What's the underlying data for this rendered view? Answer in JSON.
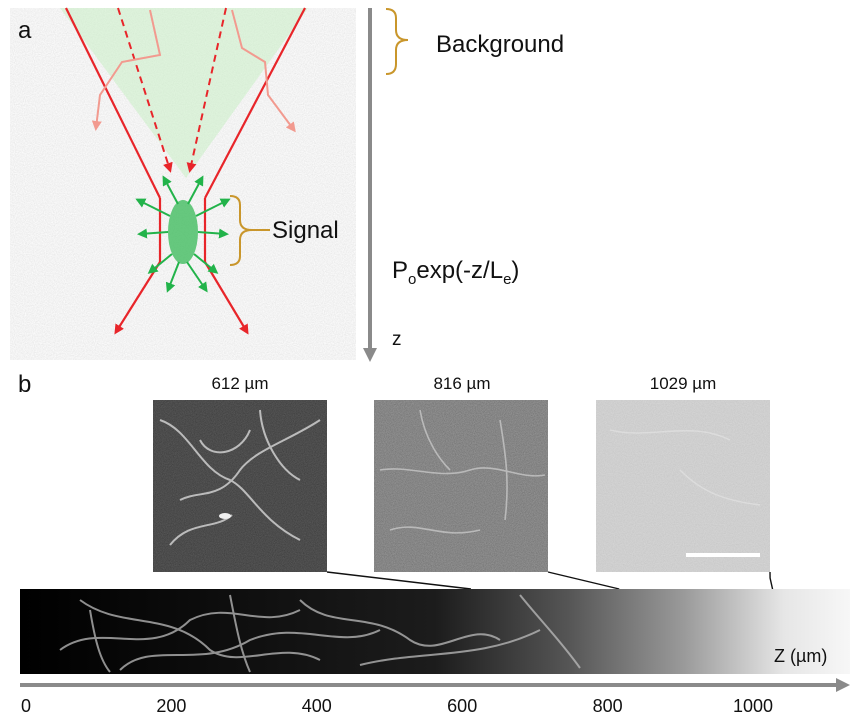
{
  "panel_a": {
    "letter": "a",
    "background_label": "Background",
    "signal_label": "Signal",
    "formula": {
      "p": "P",
      "o": "o",
      "mid": "exp(-z/L",
      "e": "e",
      "end": ")"
    },
    "z_label": "z"
  },
  "panel_b": {
    "letter": "b",
    "depths": [
      {
        "label": "612 µm",
        "z": 612
      },
      {
        "label": "816 µm",
        "z": 816
      },
      {
        "label": "1029 µm",
        "z": 1029
      }
    ],
    "axis": {
      "title": "Z (µm)",
      "ticks": [
        "0",
        "200",
        "400",
        "600",
        "800",
        "1000"
      ]
    }
  },
  "colors": {
    "excitation": "#e8252a",
    "fluorescence": "#22b34a",
    "scatter": "#f29a8f",
    "bracket": "#c9962b",
    "arrow": "#8a8a8a"
  }
}
